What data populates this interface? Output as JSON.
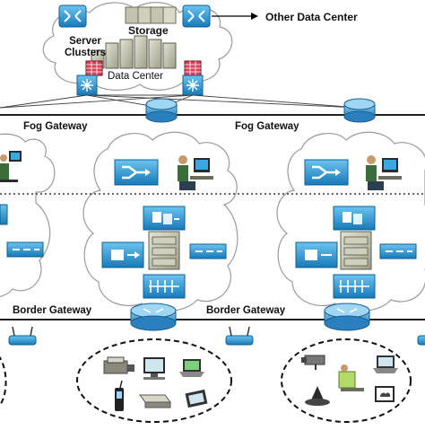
{
  "labels": {
    "storage": "Storage",
    "server_clusters": "Server Clusters",
    "data_center": "Data Center",
    "other_data_center": "Other Data Center",
    "fog_gateway_left": "Fog Gateway",
    "fog_gateway_right": "Fog Gateway",
    "border_gateway_left": "Border Gateway",
    "border_gateway_right": "Border Gateway"
  },
  "colors": {
    "cloud_fill": "#ffffff",
    "cloud_stroke": "#9a9a9a",
    "device_blue": "#2a9fd8",
    "device_blue_dark": "#0d6ea8",
    "router_blue": "#3b8fc9",
    "link_line": "#000000"
  },
  "icons": [
    "switch-icon",
    "router-icon",
    "firewall-icon",
    "server-rack-icon",
    "workstation-icon",
    "desktop-icon",
    "printer-icon",
    "phone-icon",
    "wireless-ap-icon",
    "camera-icon",
    "laptop-icon",
    "ip-phone-icon"
  ]
}
